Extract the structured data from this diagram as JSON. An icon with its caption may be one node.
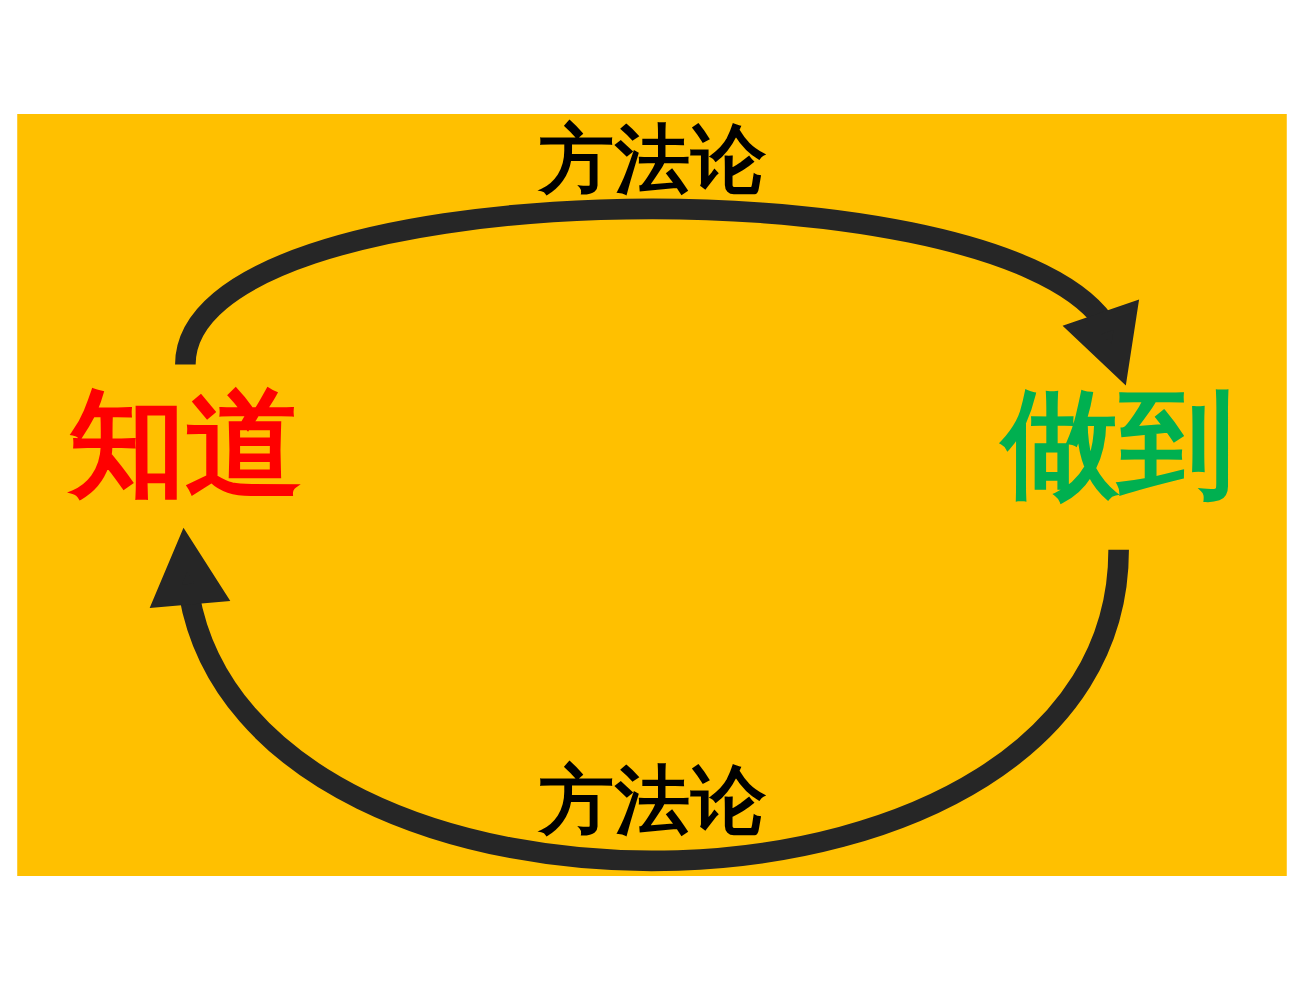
{
  "diagram": {
    "nodes": [
      {
        "text": [
          "知道"
        ]
      },
      {
        "text": [
          "做到"
        ]
      }
    ],
    "edges": [
      {
        "from": 0,
        "to": 1,
        "arrow": "to",
        "label": "方法论"
      },
      {
        "from": 1,
        "to": 0,
        "arrow": "to",
        "label": "方法论"
      }
    ]
  }
}
